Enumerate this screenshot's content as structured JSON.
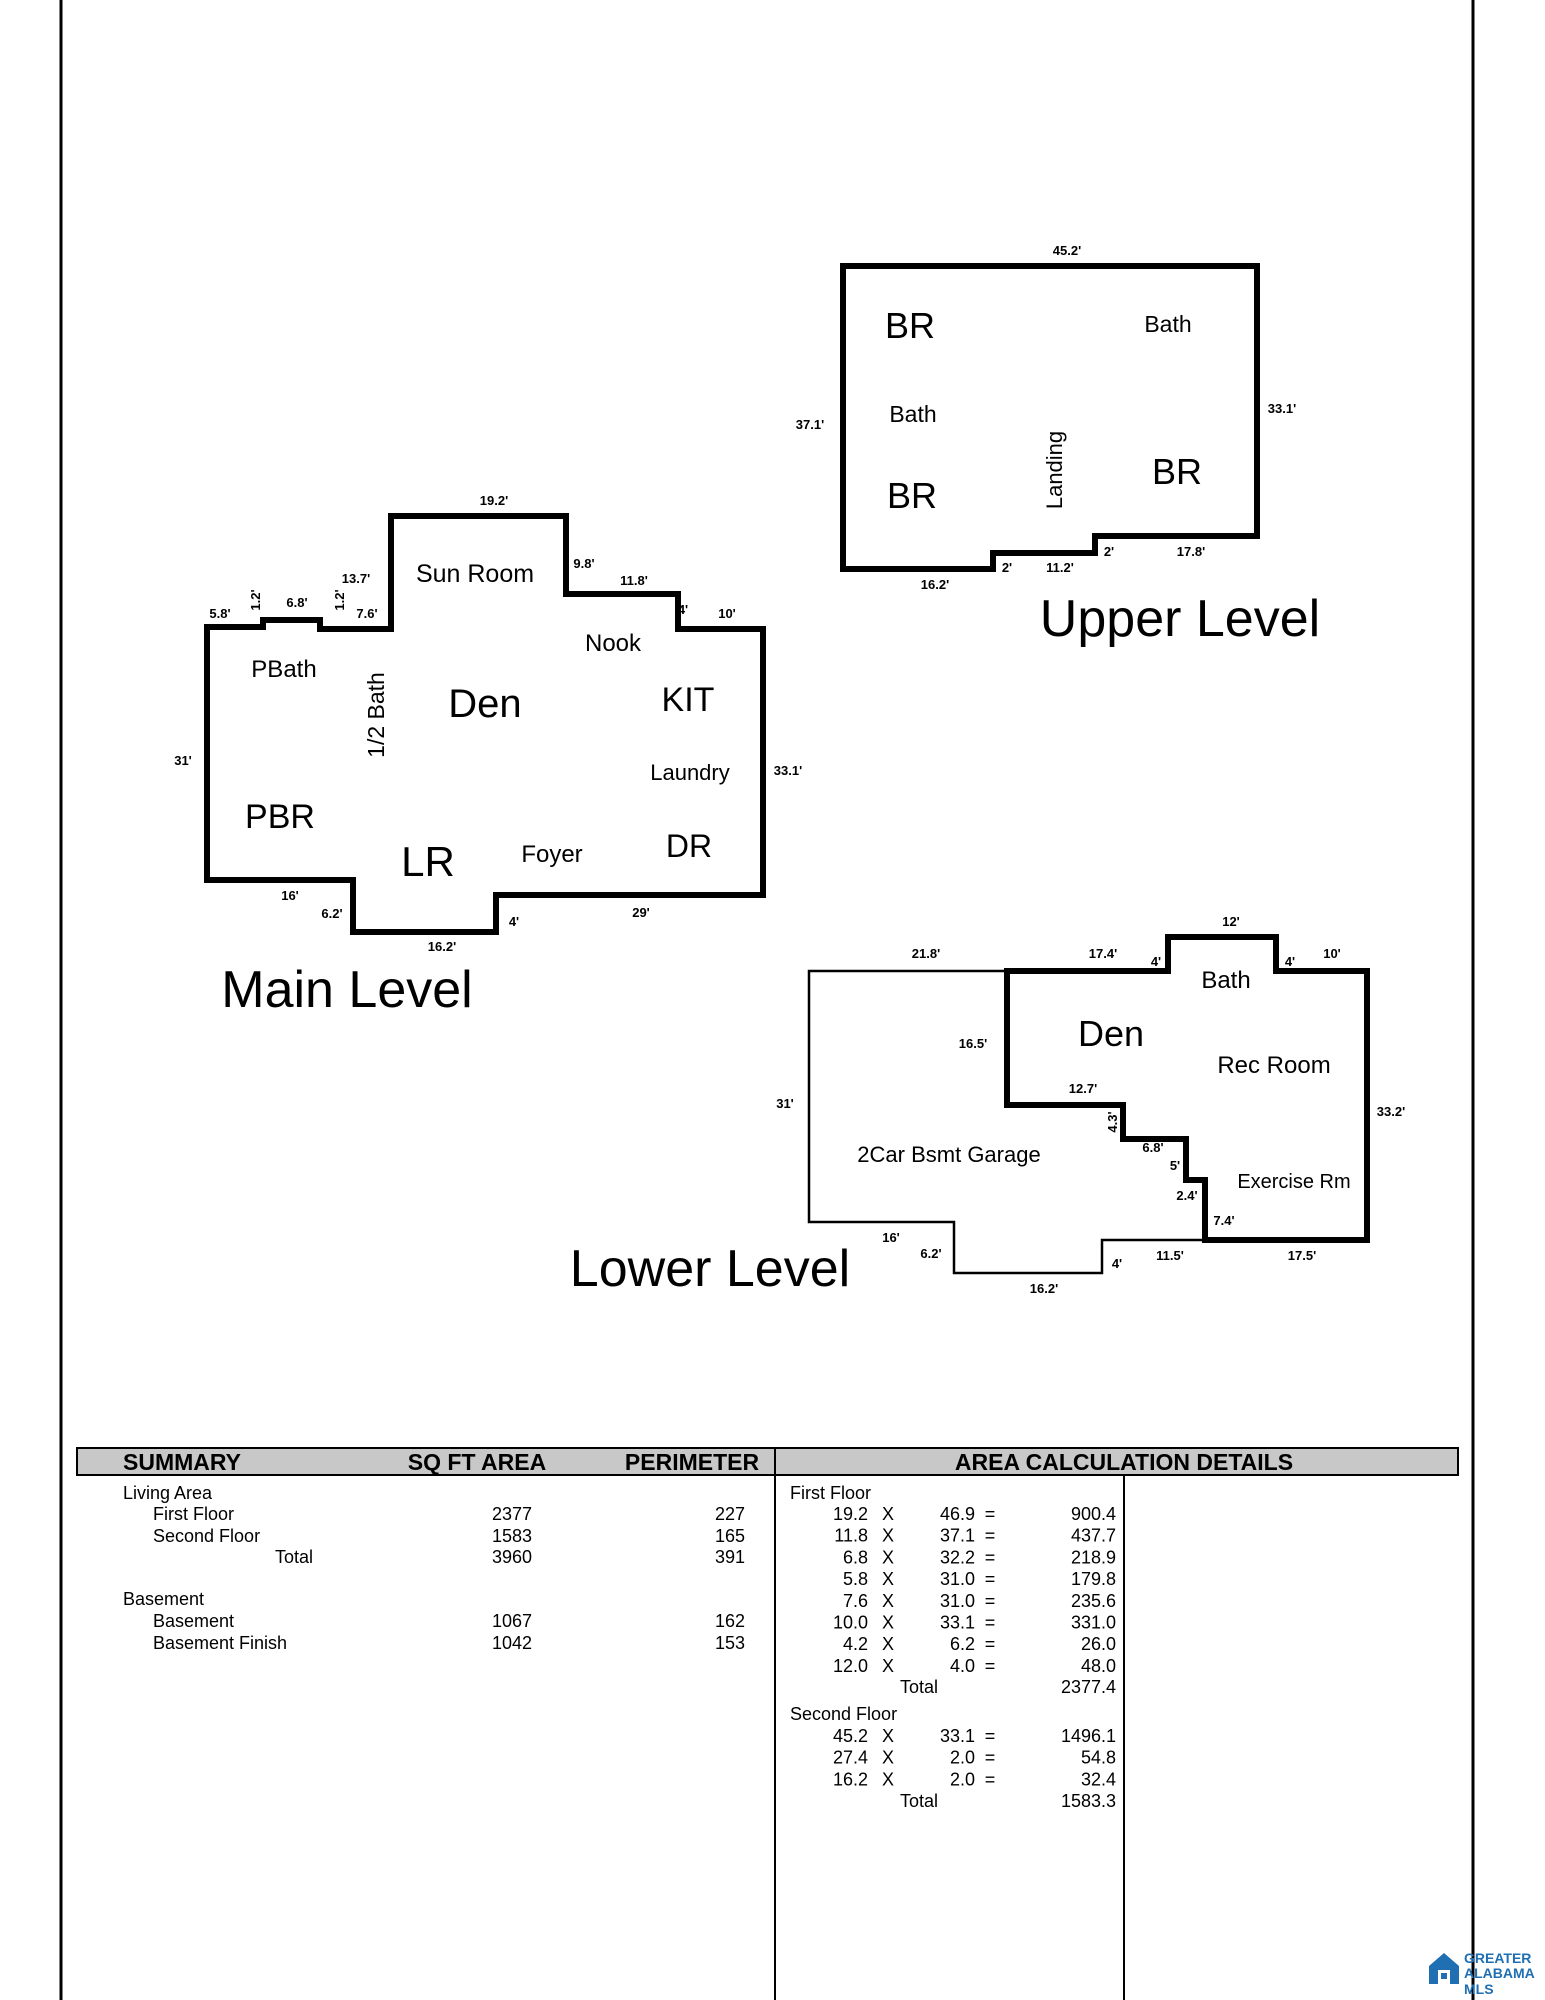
{
  "main_level": {
    "title": "Main Level",
    "rooms": {
      "sun_room": "Sun Room",
      "nook": "Nook",
      "pbath": "PBath",
      "half_bath": "1/2 Bath",
      "den": "Den",
      "kit": "KIT",
      "laundry": "Laundry",
      "pbr": "PBR",
      "lr": "LR",
      "foyer": "Foyer",
      "dr": "DR"
    },
    "dims": {
      "top": "19.2'",
      "d98": "9.8'",
      "d118": "11.8'",
      "d4a": "4'",
      "d10": "10'",
      "d137": "13.7'",
      "d12a": "1.2'",
      "d68": "6.8'",
      "d12b": "1.2'",
      "d76": "7.6'",
      "d58": "5.8'",
      "left": "31'",
      "right": "33.1'",
      "d16": "16'",
      "d62": "6.2'",
      "d162": "16.2'",
      "d4b": "4'",
      "d29": "29'"
    }
  },
  "upper_level": {
    "title": "Upper Level",
    "rooms": {
      "br1": "BR",
      "bath1": "Bath",
      "bath2": "Bath",
      "br2": "BR",
      "br3": "BR",
      "landing": "Landing"
    },
    "dims": {
      "top": "45.2'",
      "left": "37.1'",
      "right": "33.1'",
      "d162": "16.2'",
      "d2a": "2'",
      "d112": "11.2'",
      "d2b": "2'",
      "d178": "17.8'"
    }
  },
  "lower_level": {
    "title": "Lower Level",
    "rooms": {
      "bath": "Bath",
      "den": "Den",
      "rec": "Rec Room",
      "garage": "2Car Bsmt Garage",
      "exercise": "Exercise Rm"
    },
    "dims": {
      "d218": "21.8'",
      "d174": "17.4'",
      "d4a": "4'",
      "d12": "12'",
      "d4b": "4'",
      "d10": "10'",
      "d165": "16.5'",
      "d127": "12.7'",
      "d43": "4.3'",
      "d68": "6.8'",
      "d5": "5'",
      "d24": "2.4'",
      "d74": "7.4'",
      "d31": "31'",
      "d332": "33.2'",
      "d16": "16'",
      "d62": "6.2'",
      "d162": "16.2'",
      "d4c": "4'",
      "d115": "11.5'",
      "d175": "17.5'"
    }
  },
  "summary": {
    "headers": {
      "summary": "SUMMARY",
      "area": "SQ FT AREA",
      "perimeter": "PERIMETER",
      "details": "AREA CALCULATION DETAILS"
    },
    "living_area": "Living Area",
    "first_floor": {
      "label": "First Floor",
      "area": "2377",
      "perimeter": "227"
    },
    "second_floor": {
      "label": "Second Floor",
      "area": "1583",
      "perimeter": "165"
    },
    "living_total": {
      "label": "Total",
      "area": "3960",
      "perimeter": "391"
    },
    "basement_label": "Basement",
    "basement": {
      "label": "Basement",
      "area": "1067",
      "perimeter": "162"
    },
    "basement_finish": {
      "label": "Basement Finish",
      "area": "1042",
      "perimeter": "153"
    }
  },
  "details": {
    "first_floor_label": "First Floor",
    "first_rows": [
      [
        "19.2",
        "X",
        "46.9",
        "=",
        "900.4"
      ],
      [
        "11.8",
        "X",
        "37.1",
        "=",
        "437.7"
      ],
      [
        "6.8",
        "X",
        "32.2",
        "=",
        "218.9"
      ],
      [
        "5.8",
        "X",
        "31.0",
        "=",
        "179.8"
      ],
      [
        "7.6",
        "X",
        "31.0",
        "=",
        "235.6"
      ],
      [
        "10.0",
        "X",
        "33.1",
        "=",
        "331.0"
      ],
      [
        "4.2",
        "X",
        "6.2",
        "=",
        "26.0"
      ],
      [
        "12.0",
        "X",
        "4.0",
        "=",
        "48.0"
      ]
    ],
    "first_total": {
      "label": "Total",
      "value": "2377.4"
    },
    "second_floor_label": "Second Floor",
    "second_rows": [
      [
        "45.2",
        "X",
        "33.1",
        "=",
        "1496.1"
      ],
      [
        "27.4",
        "X",
        "2.0",
        "=",
        "54.8"
      ],
      [
        "16.2",
        "X",
        "2.0",
        "=",
        "32.4"
      ]
    ],
    "second_total": {
      "label": "Total",
      "value": "1583.3"
    }
  },
  "logo": {
    "line1": "GREATER",
    "line2": "ALABAMA",
    "line3": "MLS"
  },
  "colors": {
    "ink": "#000000",
    "header_fill": "#c8c8c8",
    "logo_blue": "#1f6fb2"
  }
}
